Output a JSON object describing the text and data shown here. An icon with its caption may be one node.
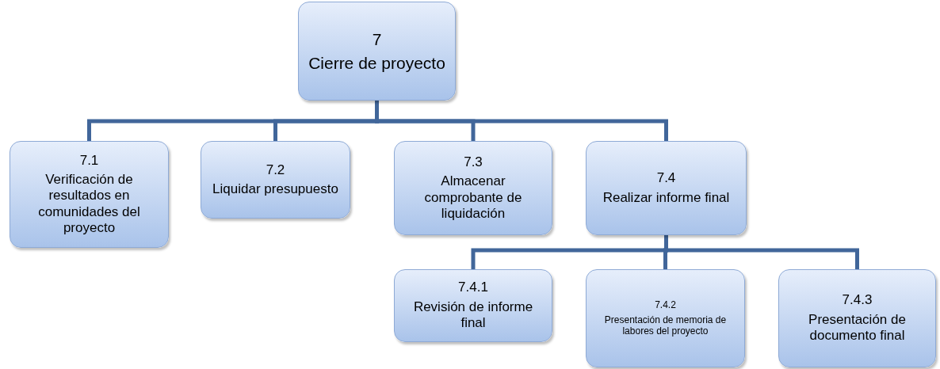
{
  "diagram": {
    "nodes": [
      {
        "text": [
          "7",
          "Cierre de proyecto"
        ]
      },
      {
        "text": [
          "7.1",
          "Verificación de resultados en comunidades del proyecto"
        ]
      },
      {
        "text": [
          "7.2",
          "Liquidar presupuesto"
        ]
      },
      {
        "text": [
          "7.3",
          "Almacenar comprobante de liquidación"
        ]
      },
      {
        "text": [
          "7.4",
          "Realizar informe final"
        ]
      },
      {
        "text": [
          "7.4.1",
          "Revisión de informe final"
        ]
      },
      {
        "text": [
          "7.4.2",
          "Presentación de memoria de labores del proyecto"
        ]
      },
      {
        "text": [
          "7.4.3",
          "Presentación de documento final"
        ]
      }
    ],
    "edges": [
      {
        "from": 0,
        "to": 1,
        "arrow": "none"
      },
      {
        "from": 0,
        "to": 2,
        "arrow": "none"
      },
      {
        "from": 0,
        "to": 3,
        "arrow": "none"
      },
      {
        "from": 0,
        "to": 4,
        "arrow": "none"
      },
      {
        "from": 4,
        "to": 5,
        "arrow": "none"
      },
      {
        "from": 4,
        "to": 6,
        "arrow": "none"
      },
      {
        "from": 4,
        "to": 7,
        "arrow": "none"
      }
    ]
  }
}
